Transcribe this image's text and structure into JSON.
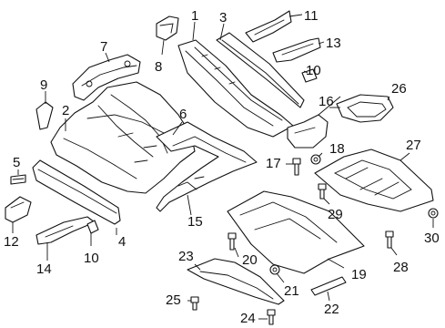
{
  "diagram": {
    "callouts": [
      {
        "id": "c1",
        "text": "1"
      },
      {
        "id": "c2",
        "text": "2"
      },
      {
        "id": "c3",
        "text": "3"
      },
      {
        "id": "c4",
        "text": "4"
      },
      {
        "id": "c5",
        "text": "5"
      },
      {
        "id": "c6",
        "text": "6"
      },
      {
        "id": "c7",
        "text": "7"
      },
      {
        "id": "c8",
        "text": "8"
      },
      {
        "id": "c9",
        "text": "9"
      },
      {
        "id": "c10a",
        "text": "10"
      },
      {
        "id": "c10b",
        "text": "10"
      },
      {
        "id": "c11",
        "text": "11"
      },
      {
        "id": "c12",
        "text": "12"
      },
      {
        "id": "c13",
        "text": "13"
      },
      {
        "id": "c14",
        "text": "14"
      },
      {
        "id": "c15",
        "text": "15"
      },
      {
        "id": "c16",
        "text": "16"
      },
      {
        "id": "c17",
        "text": "17"
      },
      {
        "id": "c18",
        "text": "18"
      },
      {
        "id": "c19",
        "text": "19"
      },
      {
        "id": "c20",
        "text": "20"
      },
      {
        "id": "c21",
        "text": "21"
      },
      {
        "id": "c22",
        "text": "22"
      },
      {
        "id": "c23",
        "text": "23"
      },
      {
        "id": "c24",
        "text": "24"
      },
      {
        "id": "c25",
        "text": "25"
      },
      {
        "id": "c26",
        "text": "26"
      },
      {
        "id": "c27",
        "text": "27"
      },
      {
        "id": "c28",
        "text": "28"
      },
      {
        "id": "c29",
        "text": "29"
      },
      {
        "id": "c30",
        "text": "30"
      }
    ]
  }
}
